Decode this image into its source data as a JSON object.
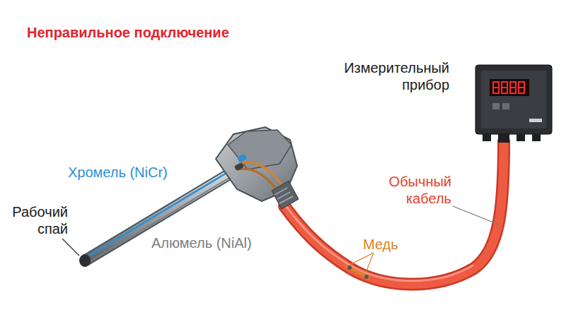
{
  "diagram": {
    "title": "Неправильное подключение",
    "labels": [
      "Измерительный прибор",
      "Хромель (NiCr)",
      "Рабочий спай",
      "Алюмель (NiAl)",
      "Медь",
      "Обычный кабель"
    ]
  }
}
